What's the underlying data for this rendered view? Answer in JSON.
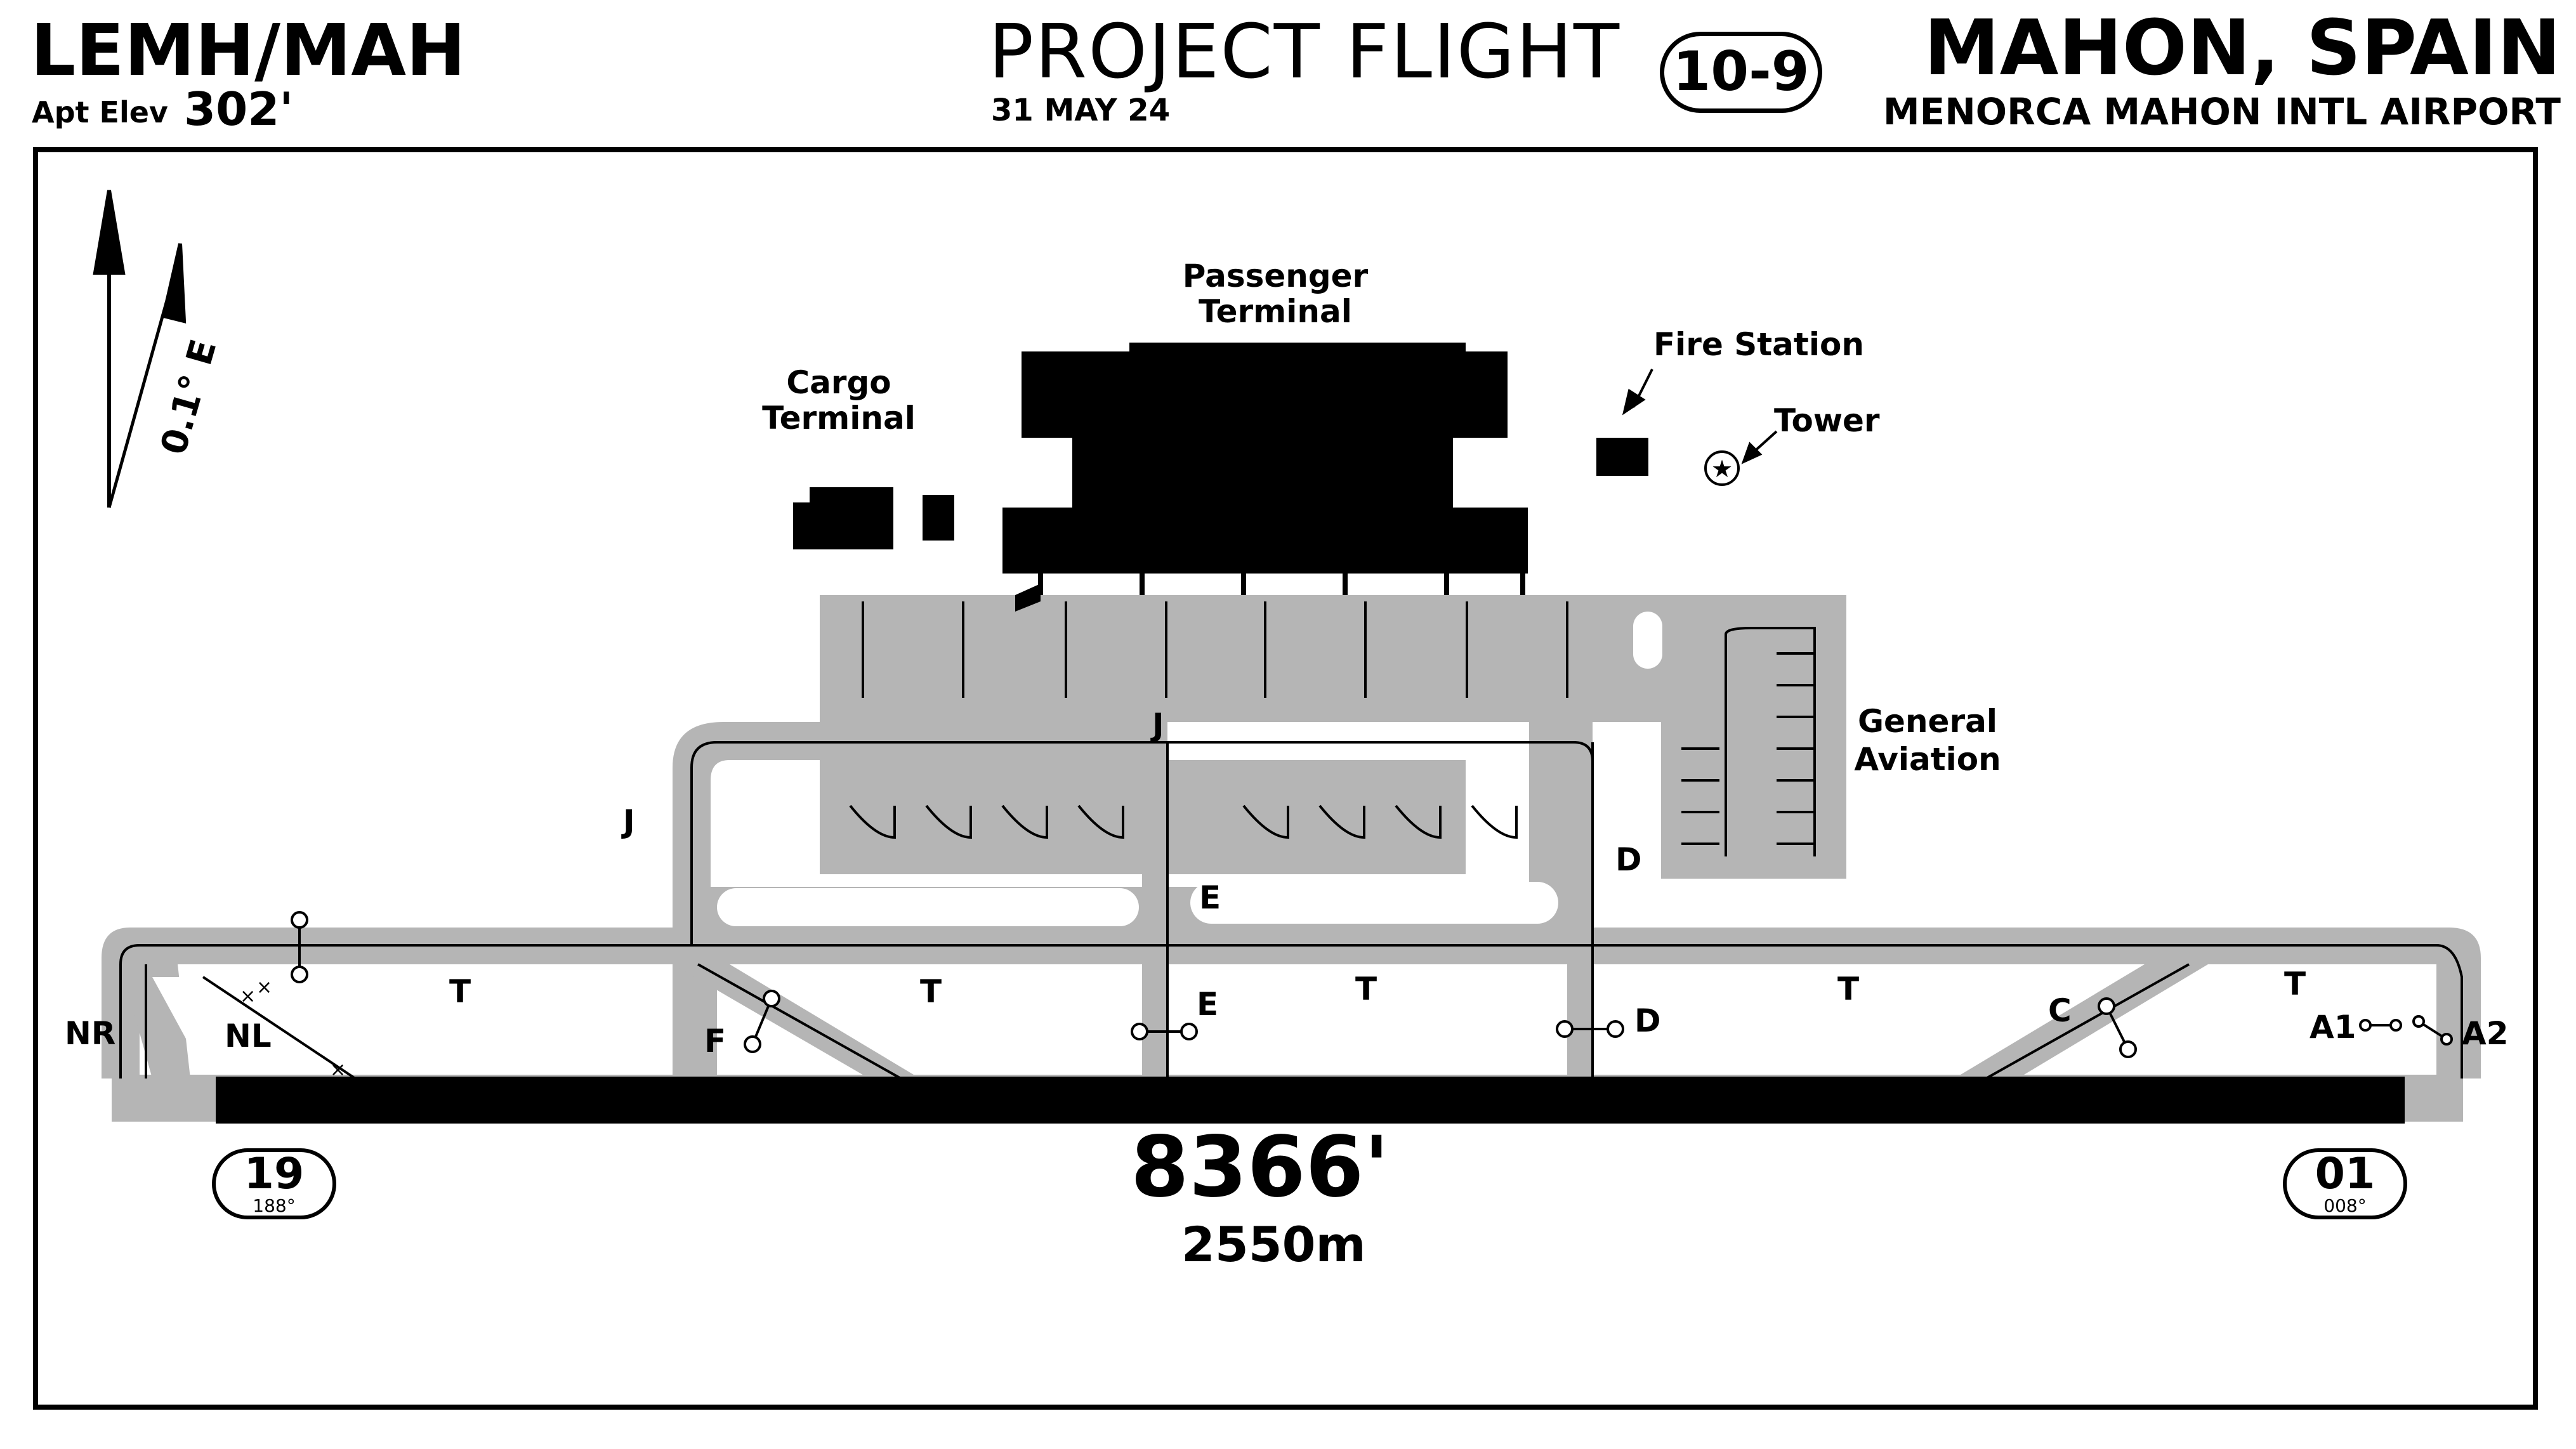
{
  "header": {
    "ident": "LEMH/MAH",
    "elev_label": "Apt Elev",
    "elev_value": "302'",
    "title": "PROJECT FLIGHT",
    "date": "31 MAY 24",
    "chart_number": "10-9",
    "city": "MAHON, SPAIN",
    "airport_name": "MENORCA MAHON INTL AIRPORT"
  },
  "north_arrow": {
    "variation": "0.1° E"
  },
  "runway": {
    "length_ft": "8366'",
    "length_m": "2550m",
    "end_left": {
      "number": "19",
      "heading": "188°"
    },
    "end_right": {
      "number": "01",
      "heading": "008°"
    }
  },
  "buildings": {
    "passenger_terminal": "Passenger Terminal",
    "cargo_terminal": "Cargo Terminal",
    "fire_station": "Fire Station",
    "tower": "Tower",
    "general_aviation": "General Aviation"
  },
  "taxiways": {
    "J": "J",
    "E": "E",
    "D": "D",
    "T": "T",
    "F": "F",
    "C": "C",
    "NR": "NR",
    "NL": "NL",
    "A1": "A1",
    "A2": "A2"
  },
  "colors": {
    "pavement": "#b5b5b5",
    "ink": "#000000",
    "background": "#ffffff"
  }
}
